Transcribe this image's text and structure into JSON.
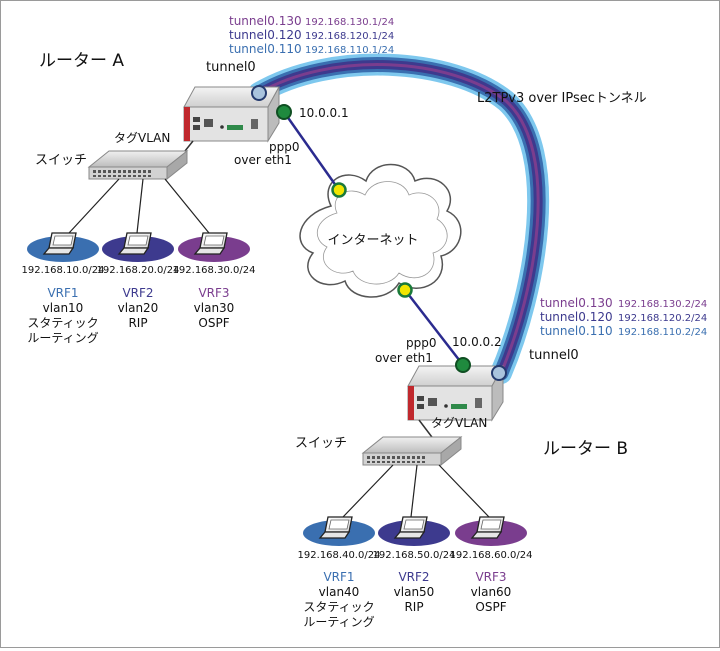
{
  "colors": {
    "vrf1": "#3a6fb0",
    "vrf2": "#3d3a8e",
    "vrf3": "#7a3d8e",
    "tunnel_outer": "#7ec8ee",
    "tunnel_mid": "#3a6fb0",
    "link_line": "#2b2b8f",
    "port_green": "#1a7a3a",
    "port_yellow": "#f2e600"
  },
  "routers": {
    "a": {
      "name": "ルーター A",
      "tunnel": "tunnel0",
      "ppp": "ppp0",
      "over": "over eth1",
      "address": "10.0.0.1",
      "tagvlan": "タグVLAN",
      "switch": "スイッチ"
    },
    "b": {
      "name": "ルーター B",
      "tunnel": "tunnel0",
      "ppp": "ppp0",
      "over": "over eth1",
      "address": "10.0.0.2",
      "tagvlan": "タグVLAN",
      "switch": "スイッチ"
    }
  },
  "tunnels_a": [
    {
      "name": "tunnel0.130",
      "ip": "192.168.130.1/24",
      "color": "#7a3d8e"
    },
    {
      "name": "tunnel0.120",
      "ip": "192.168.120.1/24",
      "color": "#3d3a8e"
    },
    {
      "name": "tunnel0.110",
      "ip": "192.168.110.1/24",
      "color": "#3a6fb0"
    }
  ],
  "tunnels_b": [
    {
      "name": "tunnel0.130",
      "ip": "192.168.130.2/24",
      "color": "#7a3d8e"
    },
    {
      "name": "tunnel0.120",
      "ip": "192.168.120.2/24",
      "color": "#3d3a8e"
    },
    {
      "name": "tunnel0.110",
      "ip": "192.168.110.2/24",
      "color": "#3a6fb0"
    }
  ],
  "l2tp_label": "L2TPv3 over IPsecトンネル",
  "internet_label": "インターネット",
  "segments_a": [
    {
      "net": "192.168.10.0/24",
      "vrf": "VRF1",
      "vlan": "vlan10",
      "proto1": "スタティック",
      "proto2": "ルーティング",
      "color": "#3a6fb0"
    },
    {
      "net": "192.168.20.0/24",
      "vrf": "VRF2",
      "vlan": "vlan20",
      "proto1": "RIP",
      "proto2": "",
      "color": "#3d3a8e"
    },
    {
      "net": "192.168.30.0/24",
      "vrf": "VRF3",
      "vlan": "vlan30",
      "proto1": "OSPF",
      "proto2": "",
      "color": "#7a3d8e"
    }
  ],
  "segments_b": [
    {
      "net": "192.168.40.0/24",
      "vrf": "VRF1",
      "vlan": "vlan40",
      "proto1": "スタティック",
      "proto2": "ルーティング",
      "color": "#3a6fb0"
    },
    {
      "net": "192.168.50.0/24",
      "vrf": "VRF2",
      "vlan": "vlan50",
      "proto1": "RIP",
      "proto2": "",
      "color": "#3d3a8e"
    },
    {
      "net": "192.168.60.0/24",
      "vrf": "VRF3",
      "vlan": "vlan60",
      "proto1": "OSPF",
      "proto2": "",
      "color": "#7a3d8e"
    }
  ]
}
